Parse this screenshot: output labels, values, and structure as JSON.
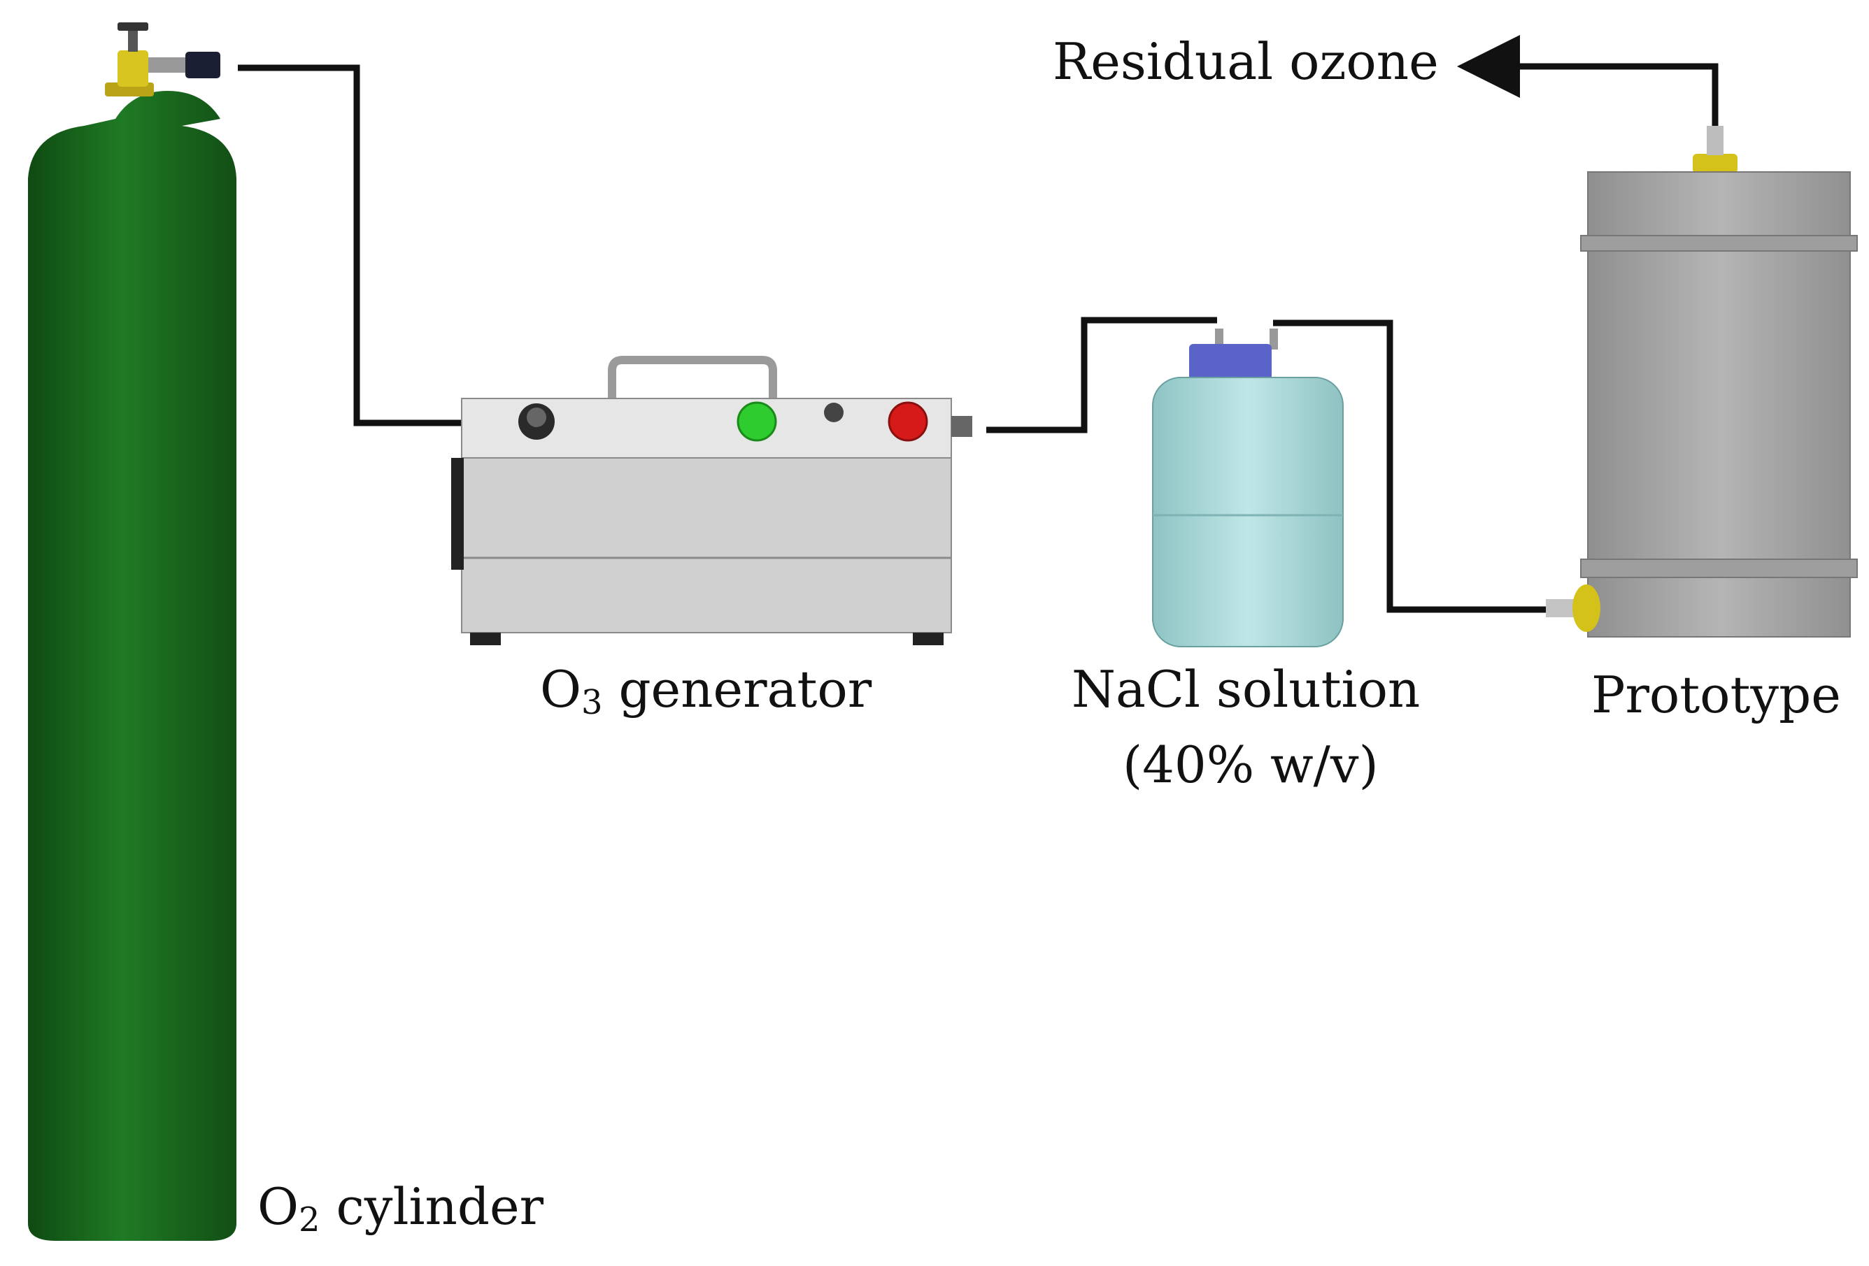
{
  "diagram": {
    "nodes": [
      {
        "id": "o2-cylinder",
        "label_main": "O",
        "label_sub": "2",
        "label_rest": " cylinder"
      },
      {
        "id": "o3-generator",
        "label_main": "O",
        "label_sub": "3",
        "label_rest": " generator"
      },
      {
        "id": "nacl-bottle",
        "label_line1": "NaCl solution",
        "label_line2": "(40% w/v)"
      },
      {
        "id": "prototype",
        "label": "Prototype"
      }
    ],
    "outlet": {
      "label": "Residual ozone"
    },
    "edges": [
      {
        "from": "o2-cylinder",
        "to": "o3-generator"
      },
      {
        "from": "o3-generator",
        "to": "nacl-bottle"
      },
      {
        "from": "nacl-bottle",
        "to": "prototype"
      },
      {
        "from": "prototype",
        "to": "outlet"
      }
    ],
    "colors": {
      "cylinder": "#1b6a1f",
      "generator_body": "#d6d6d6",
      "green_button": "#2ecc2e",
      "red_button": "#d61a1a",
      "bottle": "#a6d6d6",
      "bottle_cap": "#5a64c8",
      "prototype": "#a9a9a9",
      "fitting_yellow": "#d4c21a",
      "tube": "#111111"
    }
  }
}
